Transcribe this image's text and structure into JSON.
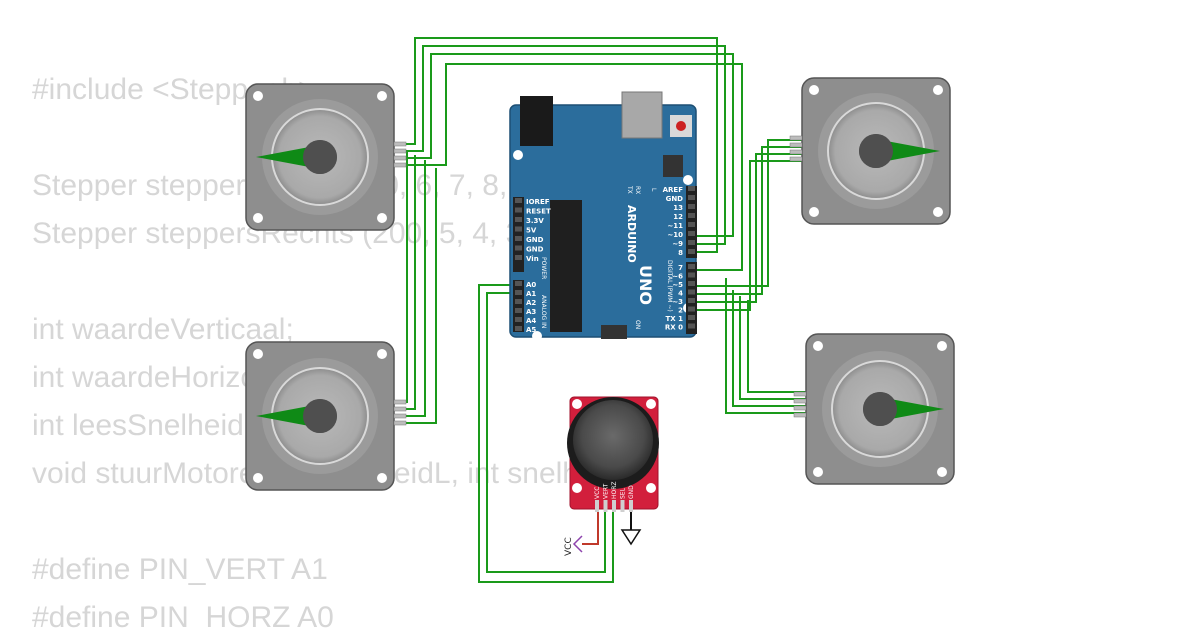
{
  "code_lines": [
    "#include <Stepper.h>",
    "",
    "Stepper steppersLinks (200, 6, 7, 8, 9);",
    "Stepper steppersRechts (200, 5, 4, 3, 2);",
    "",
    "int waardeVerticaal;",
    "int waardeHorizontaal;",
    "int leesSnelheid;",
    "void stuurMotoren(int snelheidL, int snelheidR);",
    "",
    "#define PIN_VERT A1",
    "#define PIN_HORZ A0"
  ],
  "arduino": {
    "brand": "ARDUINO",
    "model": "UNO",
    "power_header": [
      "IOREF",
      "RESET",
      "3.3V",
      "5V",
      "GND",
      "GND",
      "Vin"
    ],
    "power_title": "POWER",
    "analog_header": [
      "A0",
      "A1",
      "A2",
      "A3",
      "A4",
      "A5"
    ],
    "analog_title": "ANALOG IN",
    "digital_high": [
      "AREF",
      "GND",
      "13",
      "12",
      "~11",
      "~10",
      "~9",
      "8"
    ],
    "digital_low": [
      "7",
      "~6",
      "~5",
      "4",
      "~3",
      "2",
      "TX 1",
      "RX 0"
    ],
    "digital_title": "DIGITAL (PWM ~)",
    "tx_label": "TX",
    "rx_label": "RX",
    "l_label": "L",
    "on_label": "ON"
  },
  "joystick": {
    "vcc_label": "VCC",
    "pin_labels": [
      "VCC",
      "VERT",
      "HORZ",
      "SEL",
      "GND"
    ]
  },
  "colors": {
    "wire": "#1a9a1a",
    "board": "#2b6d9c",
    "joystick_board": "#d21f3c",
    "pointer": "#0f8a16",
    "motor_body": "#8e8e8e"
  },
  "motors": [
    {
      "name": "motor-top-left",
      "pointer": "left"
    },
    {
      "name": "motor-bottom-left",
      "pointer": "left"
    },
    {
      "name": "motor-top-right",
      "pointer": "right"
    },
    {
      "name": "motor-bottom-right",
      "pointer": "right"
    }
  ]
}
